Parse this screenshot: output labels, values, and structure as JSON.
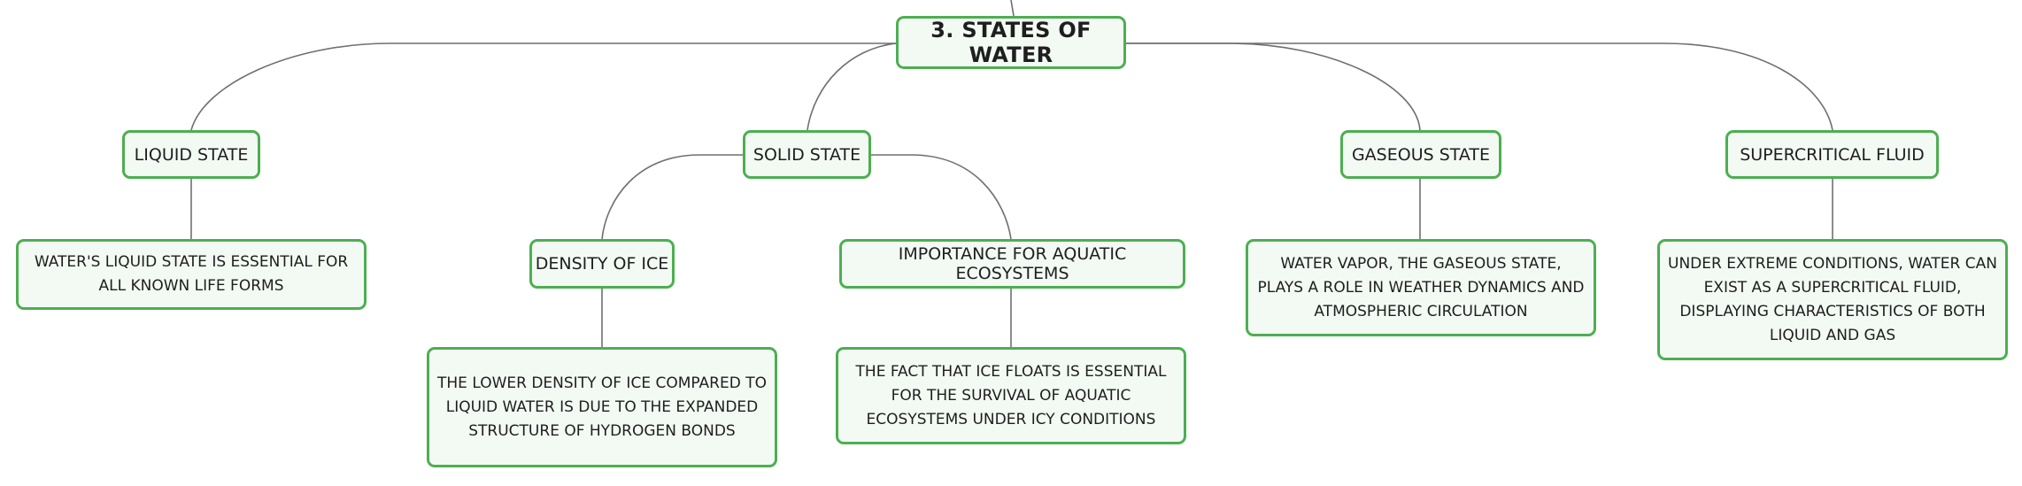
{
  "colors": {
    "node_border": "#4caf50",
    "node_fill": "#f3faf4",
    "connector": "#6f6f6f",
    "text": "#1e1e1e"
  },
  "root": {
    "label": "3. STATES OF WATER"
  },
  "branches": {
    "liquid": {
      "label": "LIQUID STATE",
      "detail": "WATER'S LIQUID STATE IS ESSENTIAL FOR ALL KNOWN LIFE FORMS"
    },
    "solid": {
      "label": "SOLID STATE",
      "density": {
        "label": "DENSITY OF ICE",
        "detail": "THE LOWER DENSITY OF ICE COMPARED TO LIQUID WATER IS DUE TO THE EXPANDED STRUCTURE OF HYDROGEN BONDS"
      },
      "aquatic": {
        "label": "IMPORTANCE FOR AQUATIC ECOSYSTEMS",
        "detail": "THE FACT THAT ICE FLOATS IS ESSENTIAL FOR THE SURVIVAL OF AQUATIC ECOSYSTEMS UNDER ICY CONDITIONS"
      }
    },
    "gaseous": {
      "label": "GASEOUS STATE",
      "detail": "WATER VAPOR, THE GASEOUS STATE, PLAYS A ROLE IN WEATHER DYNAMICS AND ATMOSPHERIC CIRCULATION"
    },
    "supercritical": {
      "label": "SUPERCRITICAL FLUID",
      "detail": "UNDER EXTREME CONDITIONS, WATER CAN EXIST AS A SUPERCRITICAL FLUID, DISPLAYING CHARACTERISTICS OF BOTH LIQUID AND GAS"
    }
  }
}
